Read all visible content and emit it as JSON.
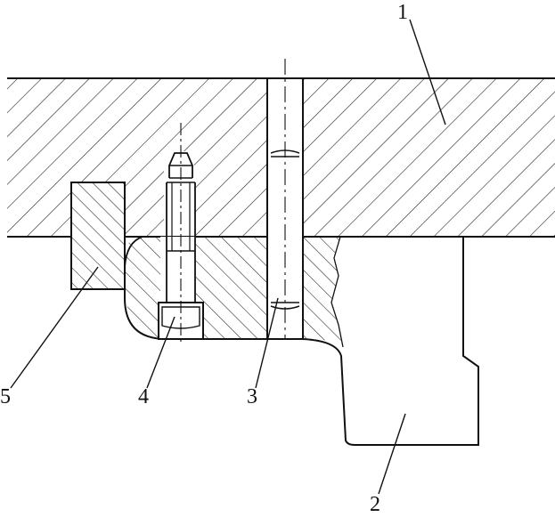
{
  "drawing": {
    "callouts": [
      {
        "id": "part-1",
        "label": "1"
      },
      {
        "id": "part-2",
        "label": "2"
      },
      {
        "id": "part-3",
        "label": "3"
      },
      {
        "id": "part-4",
        "label": "4"
      },
      {
        "id": "part-5",
        "label": "5"
      }
    ],
    "colors": {
      "line": "#111111",
      "hatch": "#222222",
      "background": "#ffffff"
    }
  }
}
